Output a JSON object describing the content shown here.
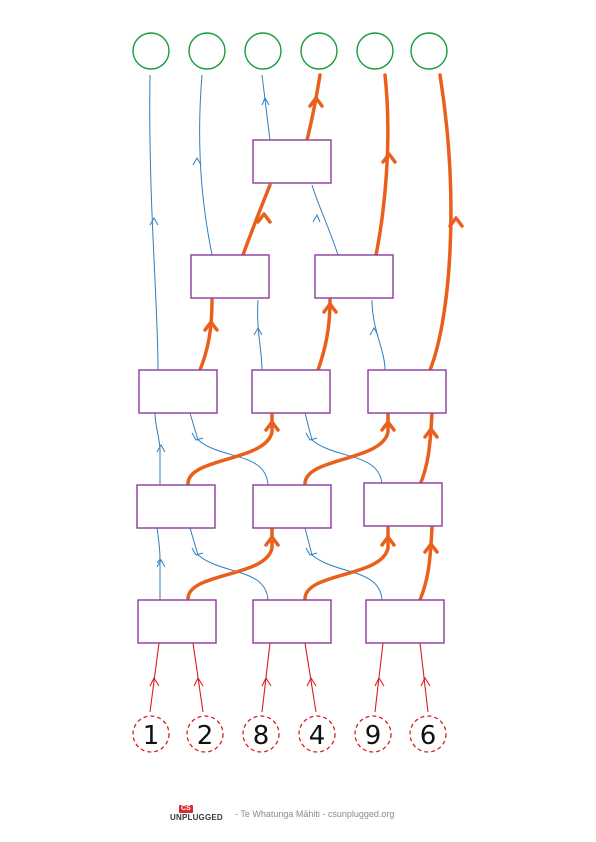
{
  "inputs": [
    "1",
    "2",
    "8",
    "4",
    "9",
    "6"
  ],
  "outputs": [
    "",
    "",
    "",
    "",
    "",
    ""
  ],
  "footer": {
    "logo_badge": "CS",
    "logo_word": "UNPLUGGED",
    "credit": "- Te Whatunga Māhiti - csunplugged.org"
  },
  "colors": {
    "input_circle": "#d62020",
    "input_wire": "#d62020",
    "output_circle": "#1a9a3a",
    "comparator_border": "#8b3a9e",
    "thin_wire": "#2e7fbf",
    "highlight_path": "#e8601c"
  }
}
